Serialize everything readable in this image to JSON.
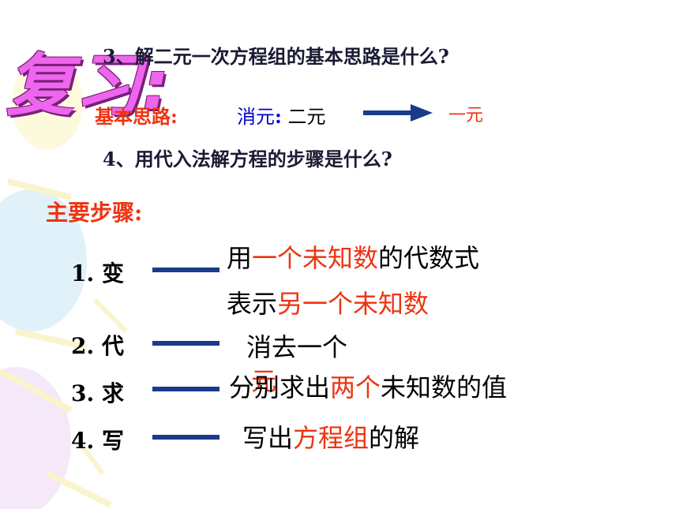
{
  "review": {
    "title": "复习:",
    "q3": "3、解二元一次方程组的基本思路是什么?",
    "basic_label": "基本思路:",
    "elim_label": "消元",
    "elim_colon": ":",
    "from_text": "二元",
    "to_text": "一元",
    "q4": "4、用代入法解方程的步骤是什么?",
    "steps_heading": "主要步骤:",
    "steps": [
      {
        "num": "1.",
        "name": "变"
      },
      {
        "num": "2.",
        "name": "代"
      },
      {
        "num": "3.",
        "name": "求"
      },
      {
        "num": "4.",
        "name": "写"
      }
    ],
    "desc1_line1": [
      "用",
      "一个未知数",
      "的代数式"
    ],
    "desc1_line2": [
      "表示",
      "另一个未知数"
    ],
    "desc2": [
      "消去一个",
      "元"
    ],
    "desc3": [
      "分别求出",
      "两个",
      "未知数的值"
    ],
    "desc4": [
      "写出",
      "方程组",
      "的解"
    ]
  },
  "colors": {
    "red": "#ee3311",
    "blue": "#0000cc",
    "title": "#ee66ee",
    "arrow": "#1a3a8a"
  }
}
